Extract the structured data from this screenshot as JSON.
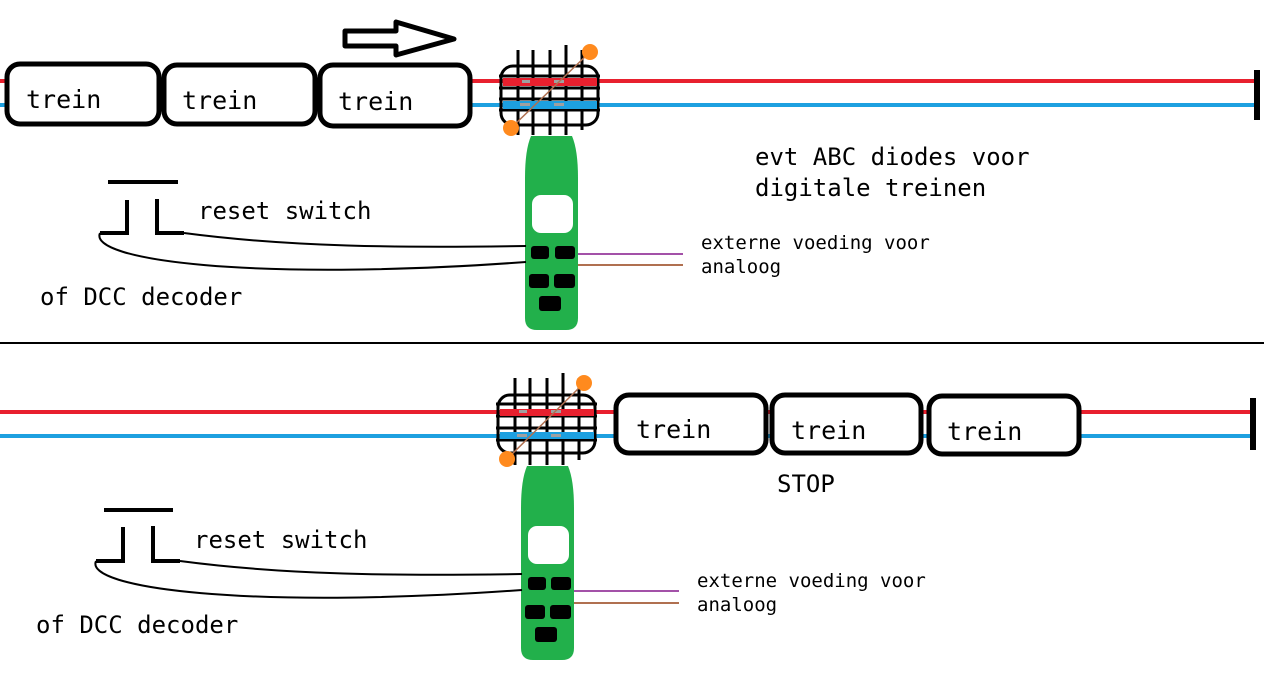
{
  "colors": {
    "rail_positive": "#e8202e",
    "rail_negative": "#1da0e0",
    "module": "#22b04b",
    "sensor_dot": "#ff8a1e",
    "wire_purple": "#a351a8",
    "wire_brown": "#b07050",
    "grid_gray": "#a0a0a0"
  },
  "icons": {
    "direction": "right-arrow-icon",
    "track_end": "bumper-icon",
    "sensor": "sensor-grid-icon",
    "switch": "reset-switch-icon"
  },
  "panels": [
    {
      "train_cars": [
        "trein",
        "trein",
        "trein"
      ],
      "reset_switch_label": "reset switch",
      "decoder_label": "of DCC decoder",
      "power_label_line1": "externe voeding voor",
      "power_label_line2": "analoog",
      "note_line1": "evt ABC diodes voor",
      "note_line2": "digitale treinen"
    },
    {
      "train_cars": [
        "trein",
        "trein",
        "trein"
      ],
      "reset_switch_label": "reset switch",
      "decoder_label": "of DCC decoder",
      "power_label_line1": "externe voeding voor",
      "power_label_line2": "analoog",
      "status_label": "STOP"
    }
  ]
}
